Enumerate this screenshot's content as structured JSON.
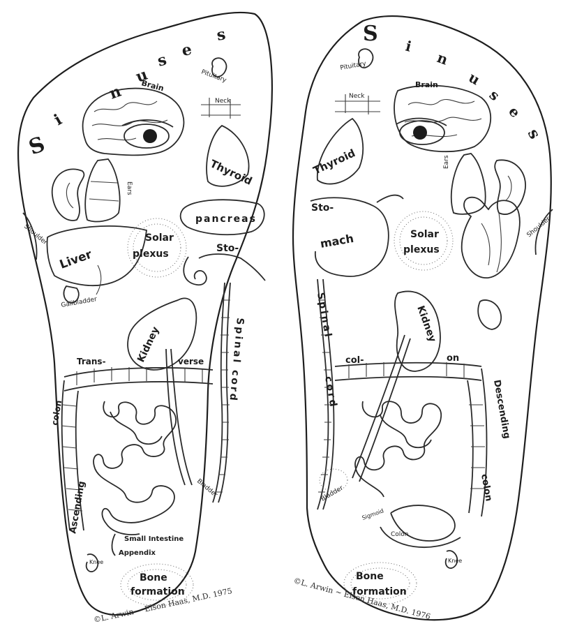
{
  "left_foot": {
    "sinuses_letters": [
      "S",
      "i",
      "n",
      "u",
      "s",
      "e",
      "s"
    ],
    "labels": {
      "brain": "Brain",
      "pituitary": "Pituitary",
      "neck": "Neck",
      "ears": "Ears",
      "thyroid": "Thyroid",
      "shoulder": "Shoulder",
      "panc": "pancreas",
      "liver": "Liver",
      "solar": "Solar",
      "plexus": "plexus",
      "stomach": "Sto-",
      "gallbladder": "Gallbladder",
      "kidney": "Kidney",
      "trans": "Trans-",
      "verse": "verse",
      "colon_word": "colon",
      "ascending": "Ascending",
      "spinal_cord": "Spinal cord",
      "bladder": "Bladder",
      "small_intestine": "Small Intestine",
      "appendix": "Appendix",
      "knee": "Knee",
      "bone": "Bone",
      "formation": "formation"
    },
    "copyright": "©L. Arwin ~ Elson Haas, M.D. 1975"
  },
  "right_foot": {
    "sinuses_letters": [
      "S",
      "i",
      "n",
      "u",
      "s",
      "e",
      "s"
    ],
    "labels": {
      "pituitary": "Pituitary",
      "neck": "Neck",
      "brain": "Brain",
      "thyroid": "Thyroid",
      "ears": "Ears",
      "stomach_top": "Sto-",
      "stomach_bottom": "mach",
      "solar": "Solar",
      "plexus": "plexus",
      "shoulder": "Shoulder",
      "spinal": "Spinal",
      "cord": "cord",
      "kidney": "Kidney",
      "col": "col-",
      "on": "on",
      "descending": "Descending",
      "colon": "colon",
      "bladder": "Bladder",
      "sigmoid": "Sigmoid",
      "colon_small": "Colon",
      "knee": "Knee",
      "bone": "Bone",
      "formation": "formation"
    },
    "copyright": "©L. Arwin ~ Elson Haas, M.D. 1976"
  }
}
